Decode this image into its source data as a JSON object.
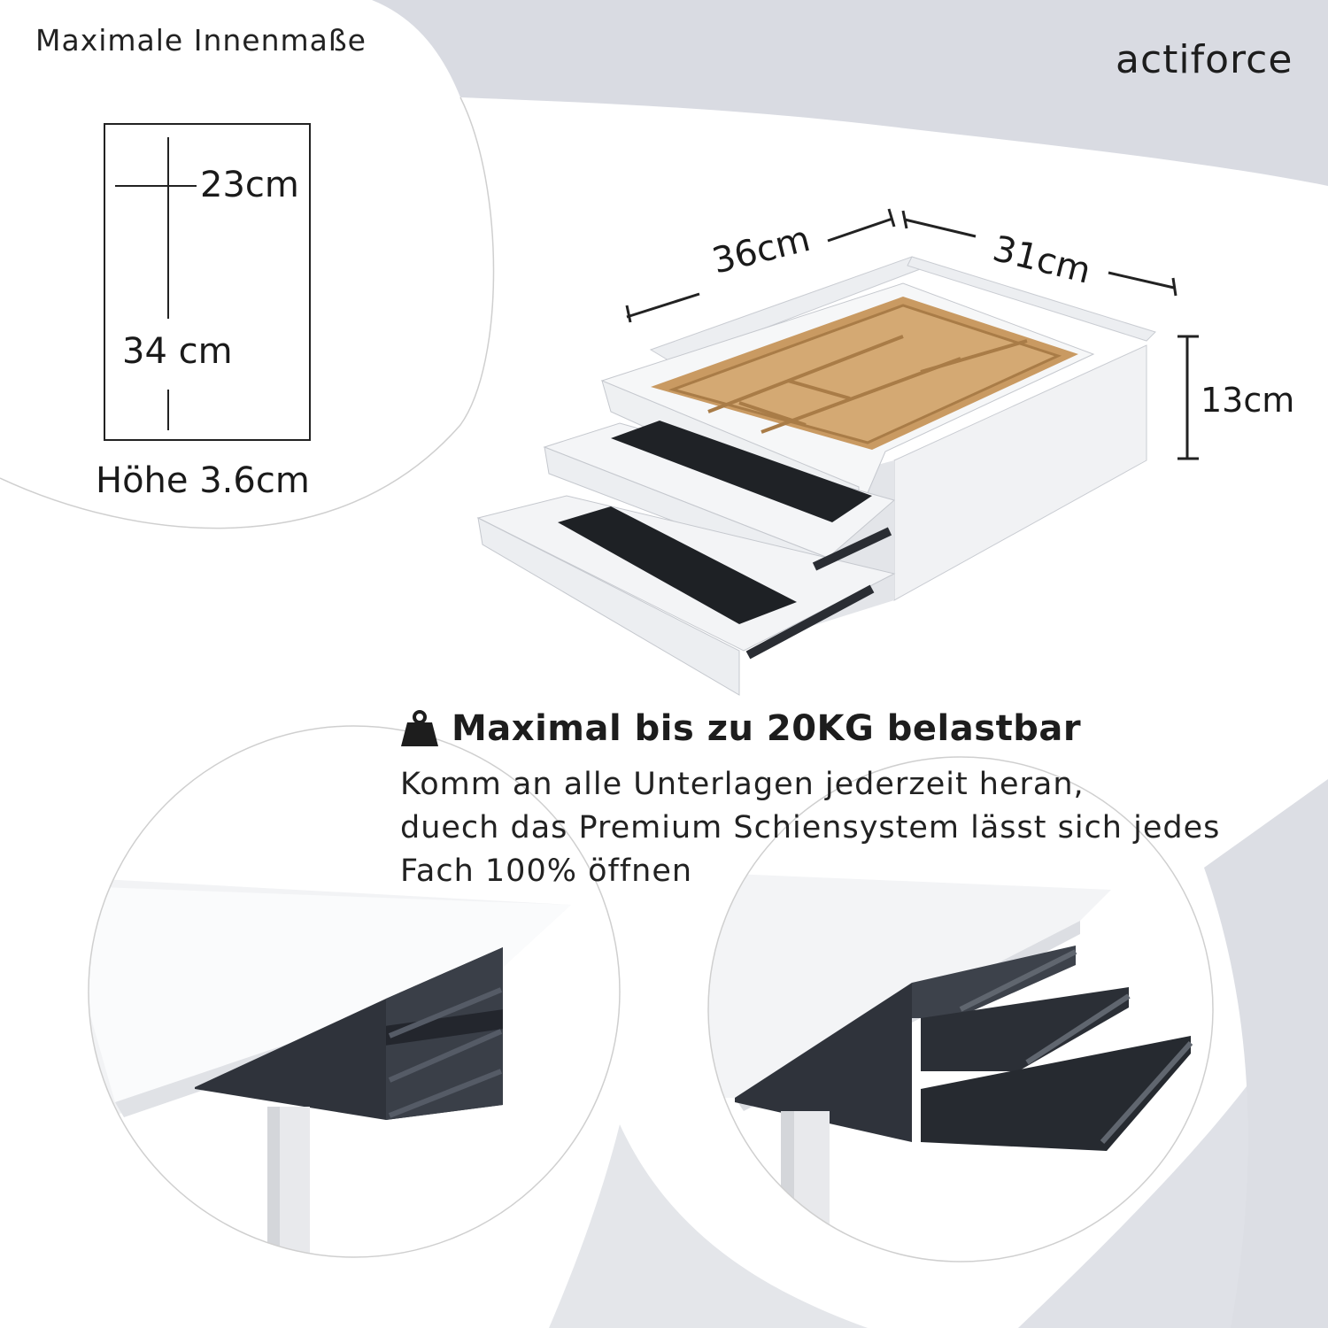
{
  "brand": {
    "name": "actiforce"
  },
  "inner_dimensions": {
    "title": "Maximale Innenmaße",
    "width_label": "23cm",
    "depth_label": "34 cm",
    "height_label": "Höhe 3.6cm"
  },
  "drawer_dimensions": {
    "width_label": "36cm",
    "depth_label": "31cm",
    "height_label": "13cm"
  },
  "load": {
    "icon": "weight-icon",
    "text": "Maximal bis zu 20KG belastbar"
  },
  "description": {
    "lines": [
      "Komm an alle Unterlagen jederzeit heran,",
      "duech das Premium Schiensystem lässt sich jedes",
      "Fach 100% öffnen"
    ]
  },
  "colors": {
    "background_shape": "#d7d9e0",
    "drawer_white": "#f3f4f6",
    "bamboo": "#c99a62",
    "anthracite": "#2f333b"
  }
}
